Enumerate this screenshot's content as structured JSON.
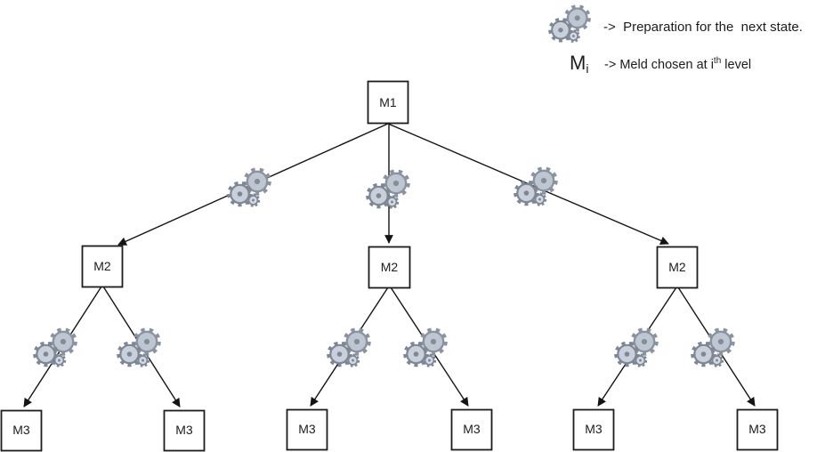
{
  "title": "Meld selection tree diagram",
  "legend": {
    "gears_icon": "gears-icon",
    "prep_label": "->  Preparation for the  next state.",
    "meld_symbol": "M",
    "meld_symbol_sub": "i",
    "meld_label_start": "-> Meld chosen at i",
    "meld_label_sup": "th",
    "meld_label_end": " level"
  },
  "nodes": {
    "root": {
      "label": "M1"
    },
    "level_2": [
      {
        "label": "M2"
      },
      {
        "label": "M2"
      },
      {
        "label": "M2"
      }
    ],
    "level_3": [
      {
        "label": "M3"
      },
      {
        "label": "M3"
      },
      {
        "label": "M3"
      },
      {
        "label": "M3"
      },
      {
        "label": "M3"
      },
      {
        "label": "M3"
      }
    ]
  },
  "icons": {
    "edge_decoration": "gears-icon"
  },
  "colors": {
    "background": "#ffffff",
    "line": "#141414",
    "box_border": "#1c1c1c",
    "box_fill": "#ffffff",
    "gear_fill_a": "#bec6d2",
    "gear_fill_b": "#c9d0db",
    "gear_fill_small": "#d3d9e2",
    "gear_outline": "#7e8795"
  }
}
